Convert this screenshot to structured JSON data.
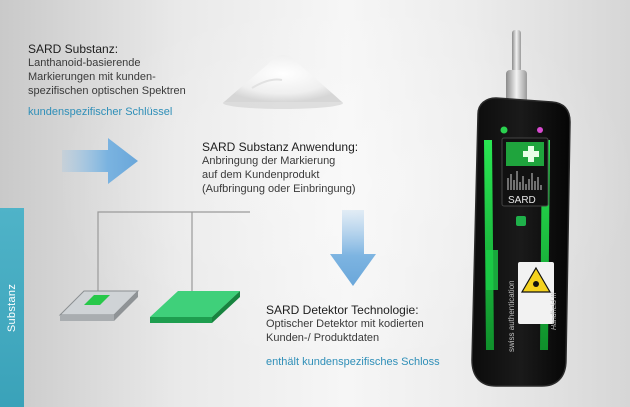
{
  "sidebar": {
    "label": "Substanz"
  },
  "substance": {
    "heading": "SARD Substanz:",
    "lines": [
      "Lanthanoid-basierende",
      "Markierungen mit kunden-",
      "spezifischen optischen Spektren"
    ],
    "key": "kundenspezifischer Schlüssel"
  },
  "application": {
    "heading": "SARD Substanz Anwendung:",
    "lines": [
      "Anbringung der Markierung",
      "auf dem Kundenprodukt",
      "(Aufbringung oder Einbringung)"
    ]
  },
  "detector": {
    "heading": "SARD Detektor Technologie:",
    "lines": [
      "Optischer Detektor mit kodierten",
      "Kunden-/ Produktdaten"
    ],
    "key": "enthält kundenspezifisches Schloss"
  },
  "device": {
    "screen_label": "SARD",
    "brand_text": "swiss authentication",
    "model_text": "Handheld III"
  },
  "colors": {
    "accent_blue": "#2f8fb8",
    "arrow_blue": "#6fa9da",
    "device_green": "#22c24a",
    "sidebar": "#3fa7bd"
  }
}
